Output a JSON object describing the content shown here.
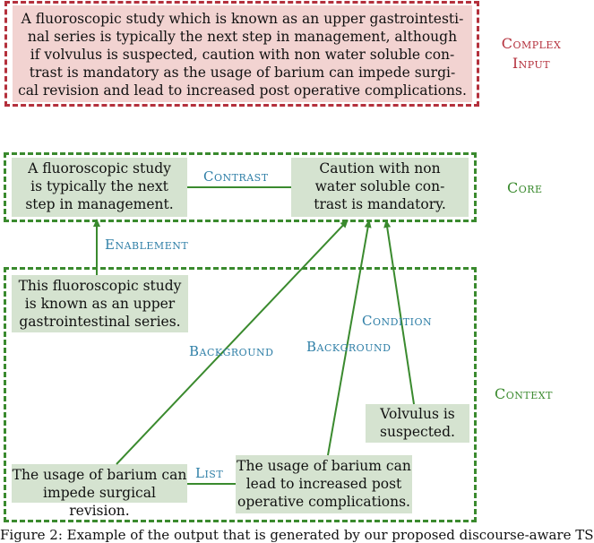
{
  "complex_input": {
    "label_line1": "Complex",
    "label_line2": "Input",
    "text_lines": [
      "A fluoroscopic study which is known as an upper gastrointesti-",
      "nal series is typically the next step in management, although",
      "if volvulus is suspected, caution with non water soluble con-",
      "trast is mandatory as the usage of barium can impede surgi-",
      "cal revision and lead to increased post operative complications."
    ]
  },
  "core": {
    "label": "Core",
    "left_lines": [
      "A fluoroscopic study",
      "is typically the next",
      "step in management."
    ],
    "right_lines": [
      "Caution with non",
      "water soluble con-",
      "trast is mandatory."
    ]
  },
  "context": {
    "label": "Context",
    "gastro_lines": [
      "This fluoroscopic study",
      "is known as an upper",
      "gastrointestinal series."
    ],
    "volvulus_lines": [
      "Volvulus is",
      "suspected."
    ],
    "barium1_lines": [
      "The usage of barium can",
      "impede surgical revision."
    ],
    "barium2_lines": [
      "The usage of barium can",
      "lead to increased post",
      "operative complications."
    ]
  },
  "relations": {
    "contrast": "Contrast",
    "enablement": "Enablement",
    "background_left": "Background",
    "background_right": "Background",
    "condition": "Condition",
    "list": "List"
  },
  "caption": "Figure 2: Example of the output that is generated by our proposed discourse-aware TS",
  "colors": {
    "red_border": "#b4303c",
    "red_fill": "#f2d3d1",
    "green_border": "#3a8a2e",
    "green_fill": "#d5e3d0",
    "relation_text": "#2f7fa7"
  }
}
